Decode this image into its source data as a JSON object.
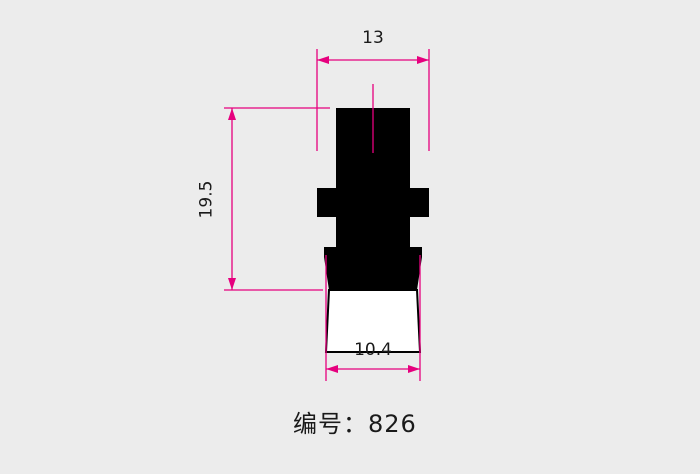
{
  "diagram": {
    "part_label": "编号：826",
    "dimensions": {
      "top_width": "13",
      "left_height": "19.5",
      "bottom_width": "10.4"
    },
    "colors": {
      "background": "#ececec",
      "profile": "#000000",
      "dimension": "#e6007e",
      "text": "#1a1a1a"
    }
  }
}
